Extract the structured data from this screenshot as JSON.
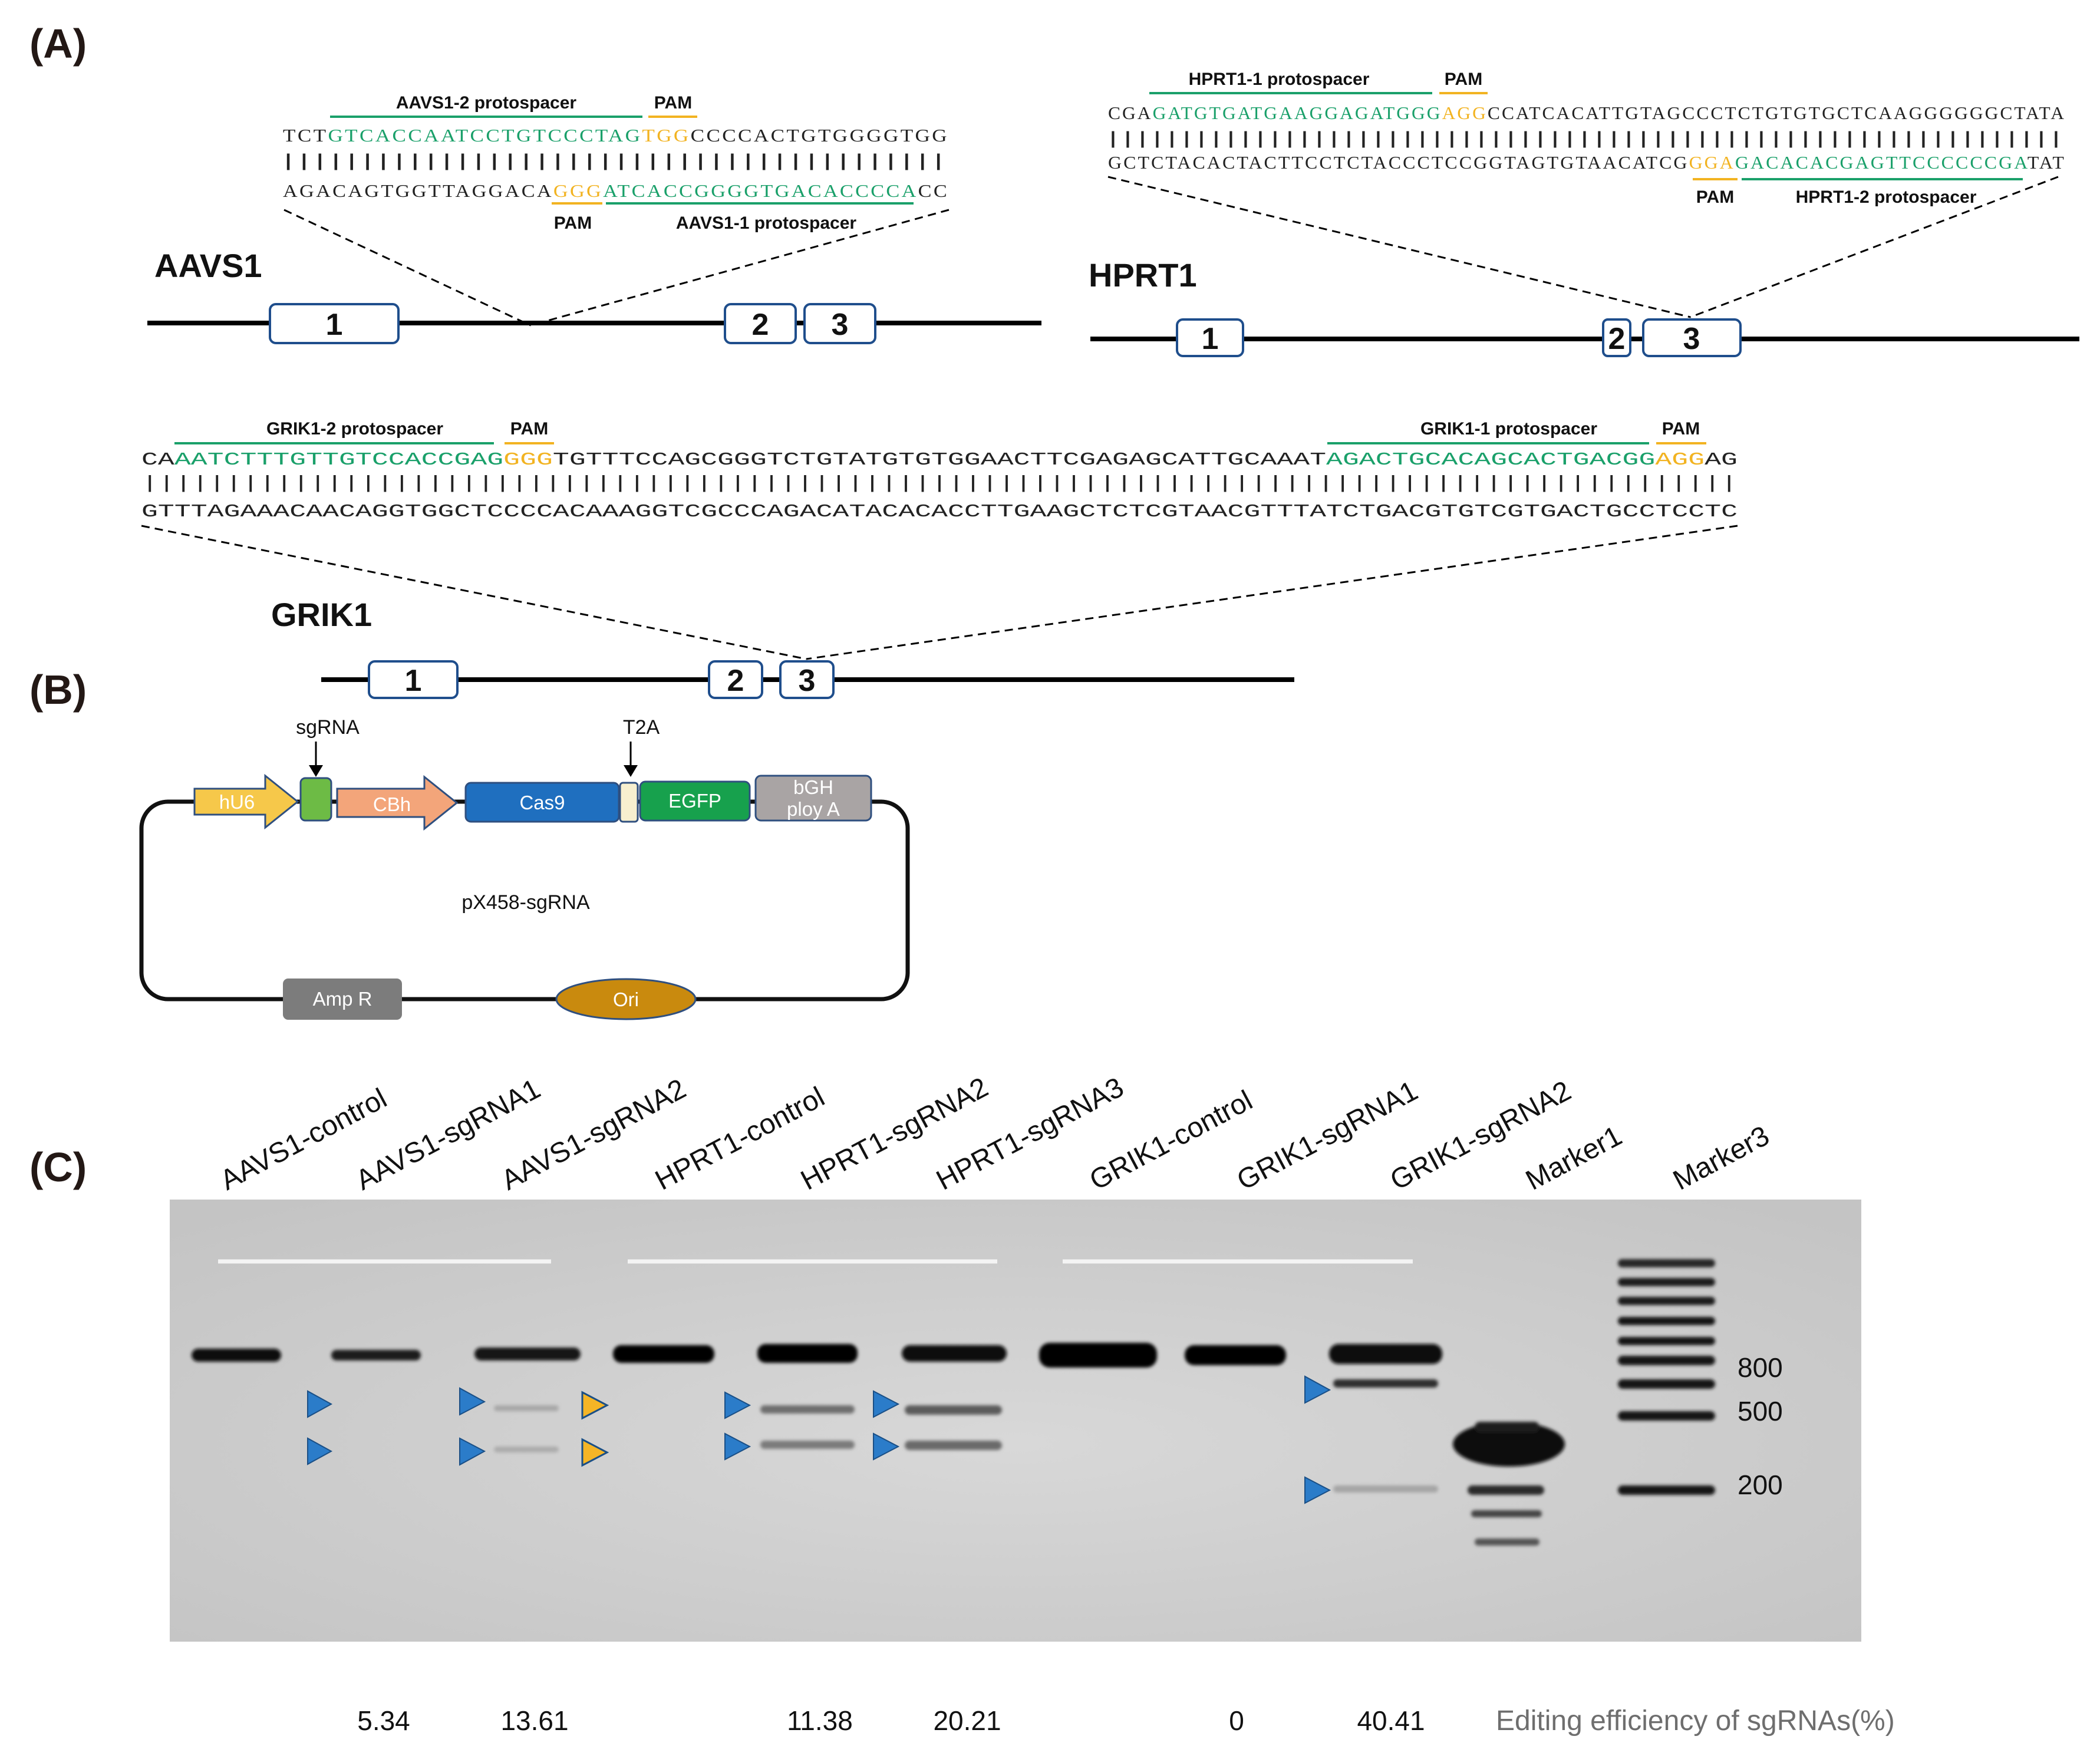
{
  "panels": {
    "a": "(A)",
    "b": "(B)",
    "c": "(C)"
  },
  "aavs1": {
    "gene": "AAVS1",
    "top_label": "AAVS1-2 protospacer",
    "top_pam": "PAM",
    "top_seq": {
      "pre": "TCT",
      "proto": "GTCACCAATCCTGTCCCTAG",
      "pam": "TGG",
      "post": "CCCCACTGTGGGGTGG"
    },
    "pipes": "||||||||||||||||||||||||||||||||||||||||||",
    "bottom_seq": {
      "pre": "AGACAGTGGTTAGGACA",
      "pam": "GGG",
      "proto": "ATCACCGGGGTGACACCCCA",
      "post": "CC"
    },
    "bottom_pam": "PAM",
    "bottom_label": "AAVS1-1 protospacer",
    "exons": [
      "1",
      "2",
      "3"
    ]
  },
  "hprt1": {
    "gene": "HPRT1",
    "top_label": "HPRT1-1 protospacer",
    "top_pam": "PAM",
    "top_seq": {
      "pre": "CGA",
      "proto": "GATGTGATGAAGGAGATGGG",
      "pam": "AGG",
      "post": "CCATCACATTGTAGCCCTCTGTGTGCTCAAGGGGGGCTATA"
    },
    "pipes": "|||||||||||||||||||||||||||||||||||||||||||||||||||||||||||||||||",
    "bottom_seq": {
      "pre": "GCTCTACACTACTTCCTCTACCCTCCGGTAGTGTAACATCG",
      "pam": "GGA",
      "proto": "GACACACGAGTTCCCCCCGA",
      "post": "TAT"
    },
    "bottom_pam": "PAM",
    "bottom_label": "HPRT1-2 protospacer",
    "exons": [
      "1",
      "2",
      "3"
    ]
  },
  "grik1": {
    "gene": "GRIK1",
    "label_2": "GRIK1-2 protospacer",
    "pam_2": "PAM",
    "label_1": "GRIK1-1 protospacer",
    "pam_1": "PAM",
    "top_seq": {
      "pre": "CA",
      "proto2": "AATCTTTGTTGTCCACCGAG",
      "pam2": "GGG",
      "mid": "TGTTTCCAGCGGGTCTGTATGTGTGGAACTTCGAGAGCATTGCAAAT",
      "proto1": "AGACTGCACAGCACTGACGG",
      "pam1": "AGG",
      "post": "AG"
    },
    "pipes": "|||||||||||||||||||||||||||||||||||||||||||||||||||||||||||||||||||||||||||||||||||||||||||||||",
    "bottom_seq": "GTTTAGAAACAACAGGTGGCTCCCCACAAAGGTCGCCCAGACATACACACCTTGAAGCTCTCGTAACGTTTATCTGACGTGTCGTGACTGCCTCCTC",
    "exons": [
      "1",
      "2",
      "3"
    ]
  },
  "plasmid": {
    "name": "pX458-sgRNA",
    "sgrna_label": "sgRNA",
    "t2a_label": "T2A",
    "elements": {
      "hu6": "hU6",
      "cbh": "CBh",
      "cas9": "Cas9",
      "egfp": "EGFP",
      "bgh_1": "bGH",
      "bgh_2": "ploy A",
      "ampr": "Amp R",
      "ori": "Ori"
    },
    "colors": {
      "hu6": "#f6c84a",
      "sgrna": "#6dbb45",
      "cbh": "#f3a57a",
      "cas9": "#1f6fbf",
      "t2a": "#f7efcf",
      "egfp": "#17a14d",
      "bgh": "#a9a4a4",
      "ampr": "#7c7c7c",
      "ori": "#c98a0e"
    }
  },
  "gel": {
    "lanes": [
      "AAVS1-control",
      "AAVS1-sgRNA1",
      "AAVS1-sgRNA2",
      "HPRT1-control",
      "HPRT1-sgRNA2",
      "HPRT1-sgRNA3",
      "GRIK1-control",
      "GRIK1-sgRNA1",
      "GRIK1-sgRNA2",
      "Marker1",
      "Marker3"
    ],
    "size_markers": [
      "800",
      "500",
      "200"
    ],
    "efficiencies": [
      "5.34",
      "13.61",
      "11.38",
      "20.21",
      "0",
      "40.41"
    ],
    "efficiency_caption": "Editing efficiency of sgRNAs(%)",
    "arrow_color_blue": "#2b7cc9",
    "arrow_color_yellow": "#f5b526"
  },
  "colors": {
    "protospacer": "#1aa06a",
    "pam": "#f2b321"
  }
}
